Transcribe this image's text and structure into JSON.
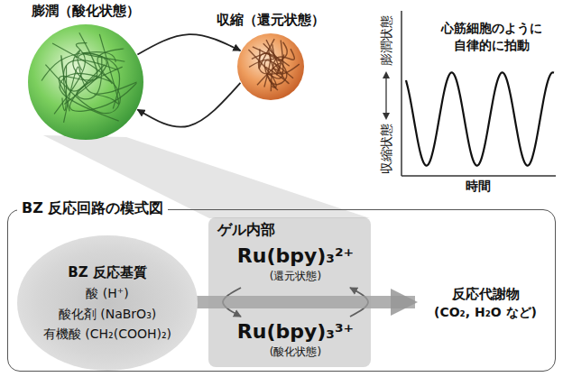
{
  "diagram": {
    "nodes": [
      {
        "text": [
          "BZ 反応回路の模式図"
        ]
      },
      {
        "text": [
          "BZ 反応基質",
          "酸 (H⁺)",
          "酸化剤 (NaBrO₃)",
          "有機酸 (CH₂(COOH)₂)"
        ],
        "in": 0
      },
      {
        "text": [
          "ゲル内部"
        ],
        "in": 0
      },
      {
        "text": [
          "Ru(bpy)₃²⁺",
          "(還元状態)"
        ],
        "in": 2
      },
      {
        "text": [
          "Ru(bpy)₃³⁺",
          "(酸化状態)"
        ],
        "in": 2
      },
      {
        "text": [
          "反応代謝物",
          "(CO₂, H₂O など)"
        ],
        "in": 0
      },
      {
        "text": [
          "膨潤（酸化状態）"
        ]
      },
      {
        "text": [
          "収縮（還元状態）"
        ]
      }
    ],
    "edges": [
      {
        "from": 6,
        "to": 7,
        "arrow": "to"
      },
      {
        "from": 7,
        "to": 6,
        "arrow": "to"
      },
      {
        "from": 3,
        "to": 4,
        "arrow": "to"
      },
      {
        "from": 4,
        "to": 3,
        "arrow": "to"
      },
      {
        "from": 1,
        "to": 5,
        "arrow": "to"
      }
    ],
    "labels": [
      "心筋細胞のように 自律的に拍動",
      "膨潤状態",
      "収縮状態",
      "時間"
    ]
  }
}
